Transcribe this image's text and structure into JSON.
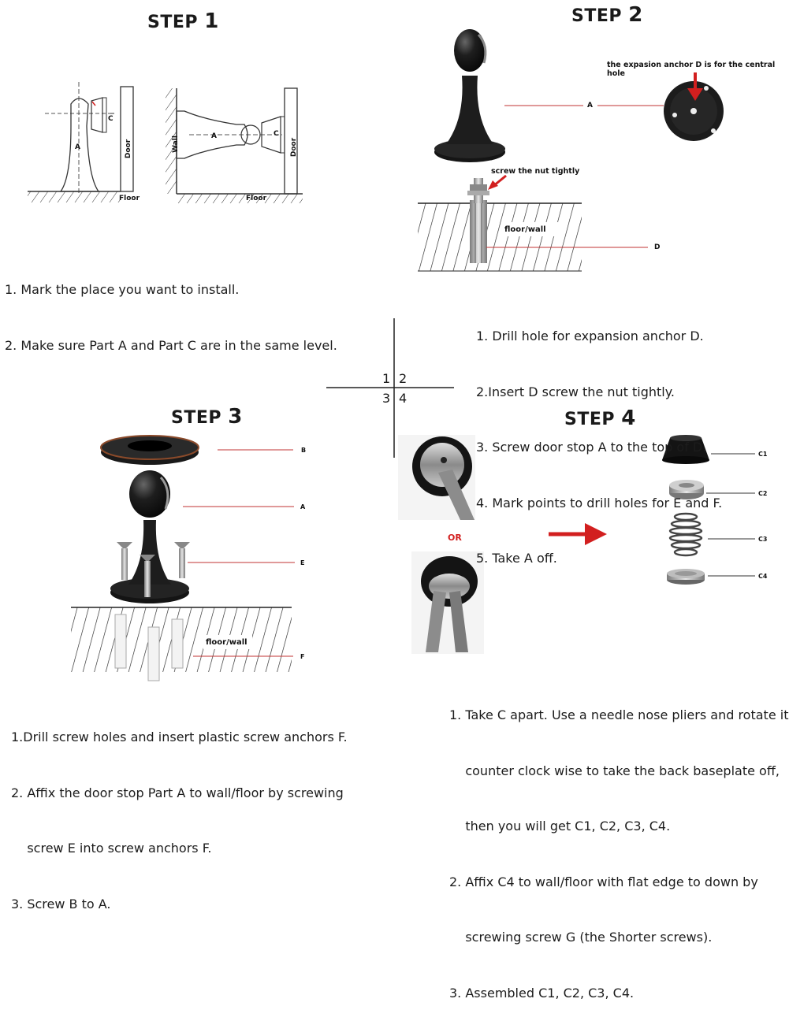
{
  "step1": {
    "heading": "STEP",
    "number": "1",
    "labels": {
      "c1": "C",
      "a1": "A",
      "door1": "Door",
      "floor1": "Floor",
      "wall2": "Wall",
      "a2": "A",
      "c2": "C",
      "door2": "Door",
      "floor2": "Floor"
    },
    "instructions": [
      "1. Mark the place you want to install.",
      "2. Make sure Part A and Part C are in the same level."
    ]
  },
  "step2": {
    "heading": "STEP",
    "number": "2",
    "note_anchor": "the expasion anchor D is for the central hole",
    "note_nut": "screw the nut tightly",
    "label_a": "A",
    "label_floor": "floor/wall",
    "label_d": "D",
    "instructions": [
      "1. Drill hole for expansion anchor D.",
      "2.Insert D screw the nut tightly.",
      "3. Screw door stop A to the top of D.",
      "4. Mark points to drill holes for E and F.",
      "5. Take A off."
    ]
  },
  "quadrant": {
    "q1": "1",
    "q2": "2",
    "q3": "3",
    "q4": "4"
  },
  "step3": {
    "heading": "STEP",
    "number": "3",
    "label_b": "B",
    "label_a": "A",
    "label_e": "E",
    "label_floor": "floor/wall",
    "label_f": "F",
    "instructions": [
      "1.Drill screw holes and insert plastic screw anchors F.",
      "2. Affix the door stop Part A to wall/floor by screwing",
      "    screw E into screw anchors F.",
      "3. Screw B to A."
    ]
  },
  "step4": {
    "heading": "STEP",
    "number": "4",
    "or_label": "OR",
    "label_c1": "C1",
    "label_c2": "C2",
    "label_c3": "C3",
    "label_c4": "C4",
    "instructions": [
      "1. Take C apart. Use a needle nose pliers and rotate it",
      "    counter clock wise to take the back baseplate off,",
      "    then you will get C1, C2, C3, C4.",
      "2. Affix C4 to wall/floor with flat edge to down by",
      "    screwing screw G (the Shorter screws).",
      "3. Assembled C1, C2, C3, C4."
    ]
  },
  "colors": {
    "accent_red": "#d21f1f",
    "product_black": "#1b1b1b",
    "bronze": "#8a4a2a"
  }
}
